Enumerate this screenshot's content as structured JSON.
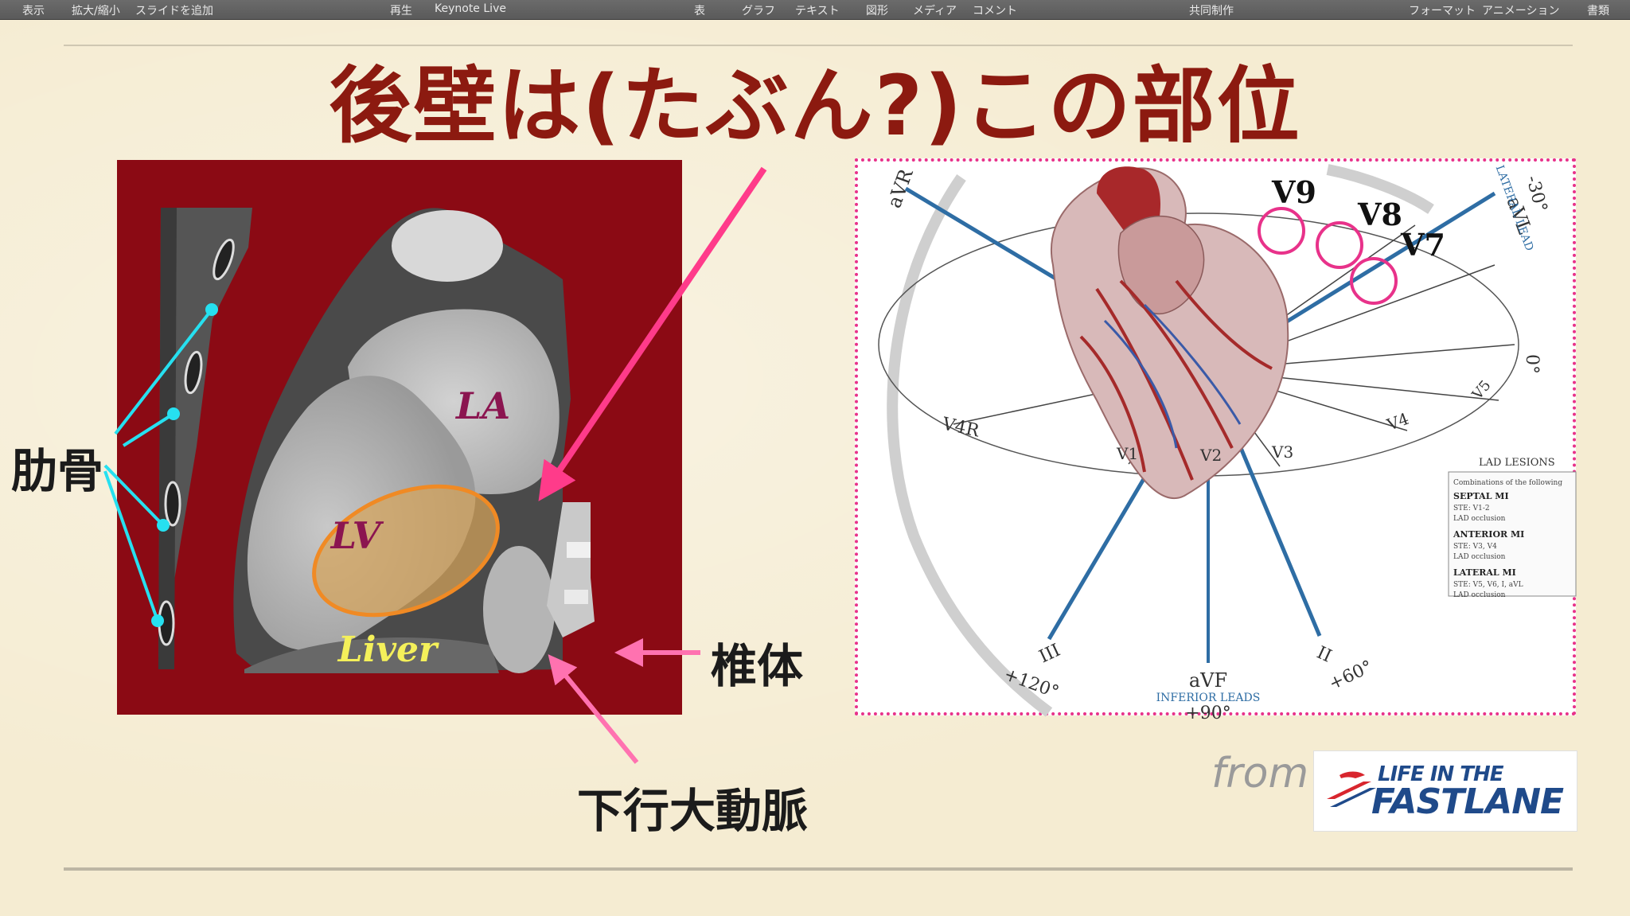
{
  "toolbar": {
    "items": [
      "表示",
      "拡大/縮小",
      "スライドを追加",
      "再生",
      "Keynote Live",
      "表",
      "グラフ",
      "テキスト",
      "図形",
      "メディア",
      "コメント",
      "共同制作",
      "フォーマット",
      "アニメーション",
      "書類"
    ]
  },
  "slide": {
    "title": "後壁は(たぶん?)この部位",
    "labels": {
      "ribs": "肋骨",
      "vertebra": "椎体",
      "descending_aorta": "下行大動脈"
    },
    "ct": {
      "la": "LA",
      "lv": "LV",
      "liver": "Liver"
    },
    "ecg": {
      "v9": "V9",
      "v8": "V8",
      "v7": "V7",
      "avr": "aVR",
      "avl": "aVL",
      "lateral_lead": "LATERAL LEAD",
      "minus30": "-30°",
      "zero": "0°",
      "v4r": "V4R",
      "v1": "V1",
      "v2": "V2",
      "v3": "V3",
      "v4": "V4",
      "v5": "V5",
      "iii": "III",
      "avf": "aVF",
      "inferior_leads": "INFERIOR LEADS",
      "ii": "II",
      "plus120": "+120°",
      "plus90": "+90°",
      "plus60": "+60°",
      "lad_title": "LAD LESIONS",
      "lad_intro": "Combinations of the following",
      "septal_title": "SEPTAL MI",
      "septal_ste": "STE: V1-2",
      "septal_occ": "LAD occlusion",
      "anterior_title": "ANTERIOR MI",
      "anterior_ste": "STE: V3, V4",
      "anterior_occ": "LAD occlusion",
      "lateral_title": "LATERAL MI",
      "lateral_ste": "STE: V5, V6, I, aVL",
      "lateral_occ": "LAD occlusion"
    },
    "credit": {
      "from": "from",
      "logo_line1": "LIFE IN THE",
      "logo_line2": "FASTLANE"
    }
  },
  "colors": {
    "title": "#8c1a10",
    "ct_background": "#8b0a14",
    "pointer_pink": "#ff3b8a",
    "rib_lines": "#26e0f0",
    "highlight_orange": "#f08a24"
  }
}
